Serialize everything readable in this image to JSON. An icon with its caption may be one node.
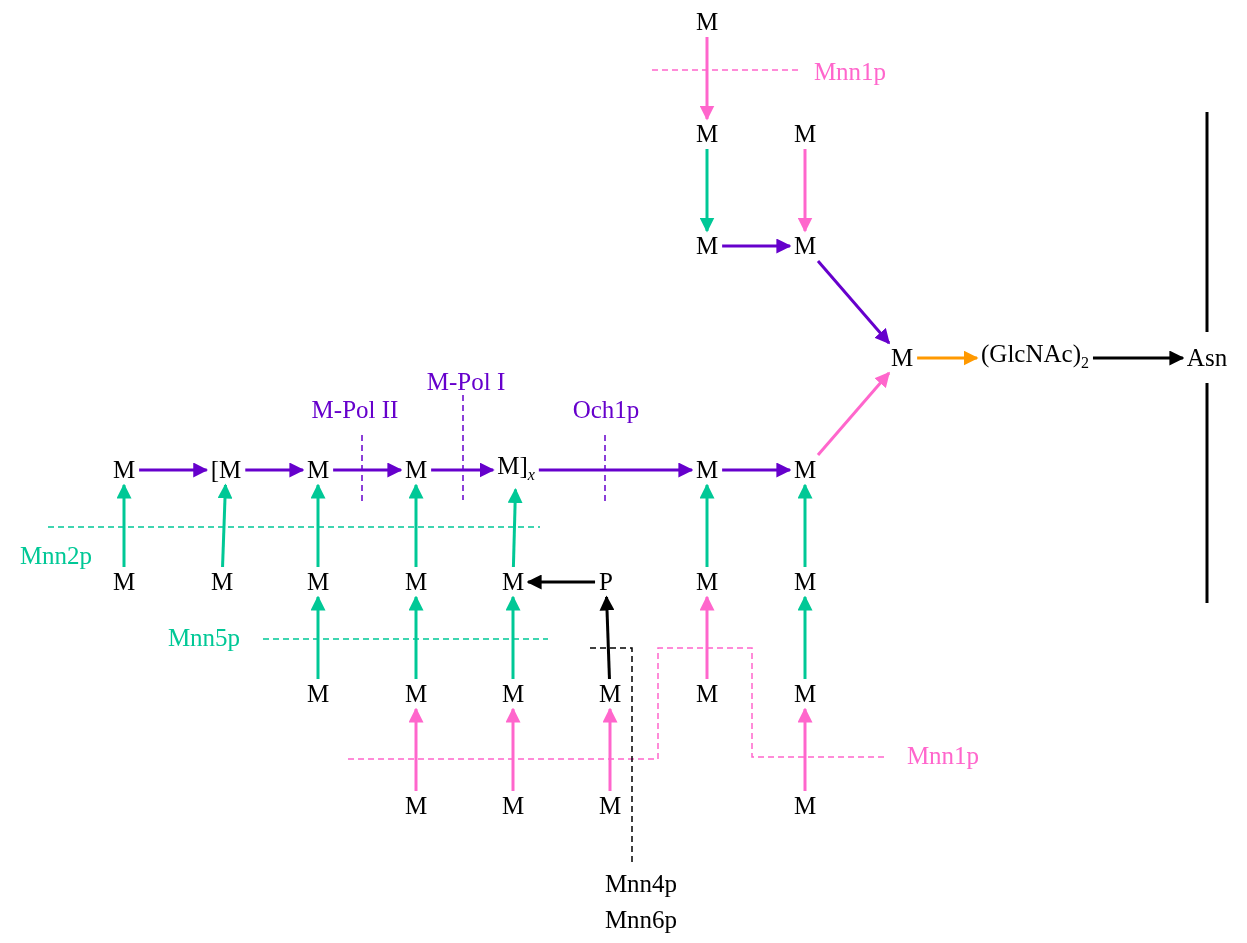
{
  "diagram": {
    "nodes": [
      {
        "text": [
          "M"
        ]
      },
      {
        "text": [
          "M"
        ]
      },
      {
        "text": [
          "M"
        ]
      },
      {
        "text": [
          "M"
        ]
      },
      {
        "text": [
          "M"
        ]
      },
      {
        "text": [
          "M"
        ]
      },
      {
        "text": [
          "(GlcNAc)$_{2}$"
        ]
      },
      {
        "text": [
          "Asn"
        ]
      },
      {
        "text": [
          "M"
        ]
      },
      {
        "text": [
          "[M"
        ]
      },
      {
        "text": [
          "M"
        ]
      },
      {
        "text": [
          "M"
        ]
      },
      {
        "text": [
          "M]$_{x}$"
        ]
      },
      {
        "text": [
          "M"
        ]
      },
      {
        "text": [
          "M"
        ]
      },
      {
        "text": [
          "M"
        ]
      },
      {
        "text": [
          "M"
        ]
      },
      {
        "text": [
          "M"
        ]
      },
      {
        "text": [
          "M"
        ]
      },
      {
        "text": [
          "M"
        ]
      },
      {
        "text": [
          "P"
        ]
      },
      {
        "text": [
          "M"
        ]
      },
      {
        "text": [
          "M"
        ]
      },
      {
        "text": [
          "M"
        ]
      },
      {
        "text": [
          "M"
        ]
      },
      {
        "text": [
          "M"
        ]
      },
      {
        "text": [
          "M"
        ]
      },
      {
        "text": [
          "M"
        ]
      },
      {
        "text": [
          "M"
        ]
      },
      {
        "text": [
          "M"
        ]
      },
      {
        "text": [
          "M"
        ]
      },
      {
        "text": [
          "M"
        ]
      },
      {
        "text": [
          "M"
        ]
      }
    ],
    "edges": [
      {
        "from": 0,
        "to": 1,
        "arrow": "to",
        "color": "#ff66cc"
      },
      {
        "from": 1,
        "to": 3,
        "arrow": "to"
      },
      {
        "from": 2,
        "to": 4,
        "arrow": "to",
        "color": "#ff66cc"
      },
      {
        "from": 3,
        "to": 4,
        "arrow": "to",
        "color": "#6600cc"
      },
      {
        "from": 4,
        "to": 5,
        "arrow": "to",
        "color": "#6600cc"
      },
      {
        "from": 5,
        "to": 6,
        "arrow": "to",
        "color": "#ff9900"
      },
      {
        "from": 6,
        "to": 7,
        "arrow": "to",
        "color": "#000000"
      },
      {
        "from": 14,
        "to": 5,
        "arrow": "to",
        "color": "#ff66cc"
      },
      {
        "from": 8,
        "to": 9,
        "arrow": "to",
        "color": "#6600cc"
      },
      {
        "from": 9,
        "to": 10,
        "arrow": "to",
        "color": "#6600cc"
      },
      {
        "from": 10,
        "to": 11,
        "arrow": "to",
        "color": "#6600cc"
      },
      {
        "from": 11,
        "to": 12,
        "arrow": "to",
        "color": "#6600cc"
      },
      {
        "from": 12,
        "to": 13,
        "arrow": "to",
        "color": "#6600cc"
      },
      {
        "from": 13,
        "to": 14,
        "arrow": "to",
        "color": "#6600cc"
      },
      {
        "from": 15,
        "to": 8,
        "arrow": "to"
      },
      {
        "from": 16,
        "to": 9,
        "arrow": "to"
      },
      {
        "from": 17,
        "to": 10,
        "arrow": "to"
      },
      {
        "from": 18,
        "to": 11,
        "arrow": "to"
      },
      {
        "from": 19,
        "to": 12,
        "arrow": "to"
      },
      {
        "from": 21,
        "to": 13,
        "arrow": "to"
      },
      {
        "from": 22,
        "to": 14,
        "arrow": "to"
      },
      {
        "from": 20,
        "to": 19,
        "arrow": "to",
        "color": "#000000"
      },
      {
        "from": 23,
        "to": 17,
        "arrow": "to"
      },
      {
        "from": 24,
        "to": 18,
        "arrow": "to"
      },
      {
        "from": 25,
        "to": 19,
        "arrow": "to"
      },
      {
        "from": 26,
        "to": 20,
        "arrow": "to",
        "color": "#000000"
      },
      {
        "from": 27,
        "to": 21,
        "arrow": "to",
        "color": "#ff66cc"
      },
      {
        "from": 28,
        "to": 22,
        "arrow": "to"
      },
      {
        "from": 29,
        "to": 24,
        "arrow": "to",
        "color": "#ff66cc"
      },
      {
        "from": 30,
        "to": 25,
        "arrow": "to",
        "color": "#ff66cc"
      },
      {
        "from": 31,
        "to": 26,
        "arrow": "to",
        "color": "#ff66cc"
      },
      {
        "from": 32,
        "to": 28,
        "arrow": "to",
        "color": "#ff66cc"
      }
    ],
    "labels": [
      "Mnn1p",
      "M-Pol I",
      "M-Pol II",
      "Och1p",
      "Mnn2p",
      "Mnn5p",
      "Mnn1p",
      "Mnn4p",
      "Mnn6p"
    ]
  }
}
